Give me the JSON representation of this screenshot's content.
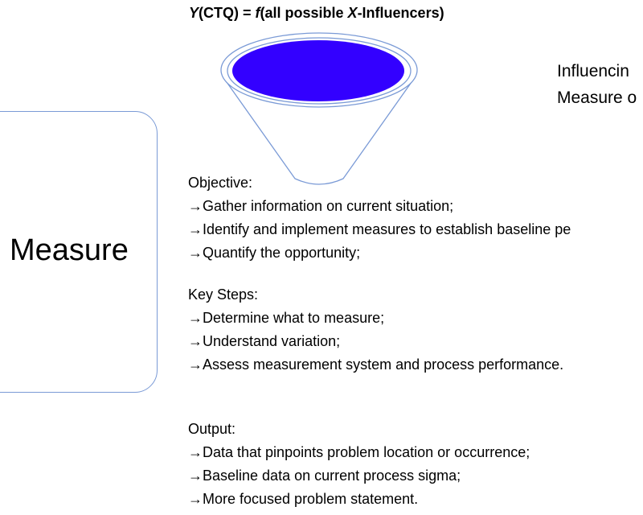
{
  "formula": {
    "y": "Y",
    "ctq": "(CTQ) = ",
    "f": "f",
    "mid": "(all possible ",
    "x": "X",
    "end": "-Influencers)"
  },
  "funnel": {
    "fill_color": "#3300ff",
    "outline_color": "#7a9ad6"
  },
  "influence_text": [
    "Influencin",
    "Measure o"
  ],
  "phase_label": "Measure",
  "objective": {
    "heading": "Objective:",
    "items": [
      "→Gather information on current situation;",
      "→Identify and implement measures to establish baseline pe",
      "→Quantify the opportunity;"
    ]
  },
  "key_steps": {
    "heading": "Key Steps:",
    "items": [
      "→Determine what to measure;",
      "→Understand variation;",
      "→Assess measurement system and process performance."
    ]
  },
  "output": {
    "heading": "Output:",
    "items": [
      "→Data that pinpoints problem location or occurrence;",
      "→Baseline data on current process sigma;",
      "→More focused problem statement."
    ]
  }
}
